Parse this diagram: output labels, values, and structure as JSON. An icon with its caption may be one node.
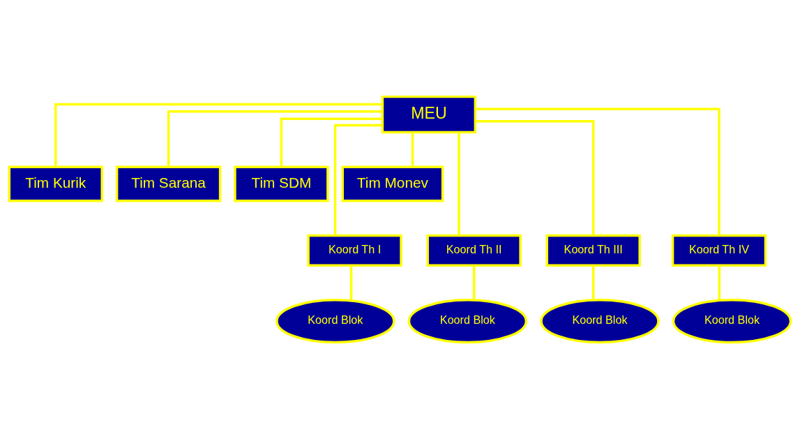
{
  "diagram": {
    "nodes": [
      {
        "text": [
          "MEU"
        ]
      },
      {
        "text": [
          "Tim Kurik"
        ]
      },
      {
        "text": [
          "Tim Sarana"
        ]
      },
      {
        "text": [
          "Tim SDM"
        ]
      },
      {
        "text": [
          "Tim Monev"
        ]
      },
      {
        "text": [
          "Koord Th I"
        ]
      },
      {
        "text": [
          "Koord Th II"
        ]
      },
      {
        "text": [
          "Koord Th III"
        ]
      },
      {
        "text": [
          "Koord Th IV"
        ]
      },
      {
        "text": [
          "Koord Blok"
        ]
      },
      {
        "text": [
          "Koord Blok"
        ]
      },
      {
        "text": [
          "Koord Blok"
        ]
      },
      {
        "text": [
          "Koord Blok"
        ]
      }
    ],
    "edges": [
      {
        "from": 0,
        "to": 1,
        "arrow": "none"
      },
      {
        "from": 0,
        "to": 2,
        "arrow": "none"
      },
      {
        "from": 0,
        "to": 3,
        "arrow": "none"
      },
      {
        "from": 0,
        "to": 4,
        "arrow": "none"
      },
      {
        "from": 0,
        "to": 5,
        "arrow": "none"
      },
      {
        "from": 0,
        "to": 6,
        "arrow": "none"
      },
      {
        "from": 0,
        "to": 7,
        "arrow": "none"
      },
      {
        "from": 0,
        "to": 8,
        "arrow": "none"
      },
      {
        "from": 5,
        "to": 9,
        "arrow": "none"
      },
      {
        "from": 6,
        "to": 10,
        "arrow": "none"
      },
      {
        "from": 7,
        "to": 11,
        "arrow": "none"
      },
      {
        "from": 8,
        "to": 12,
        "arrow": "none"
      }
    ]
  }
}
